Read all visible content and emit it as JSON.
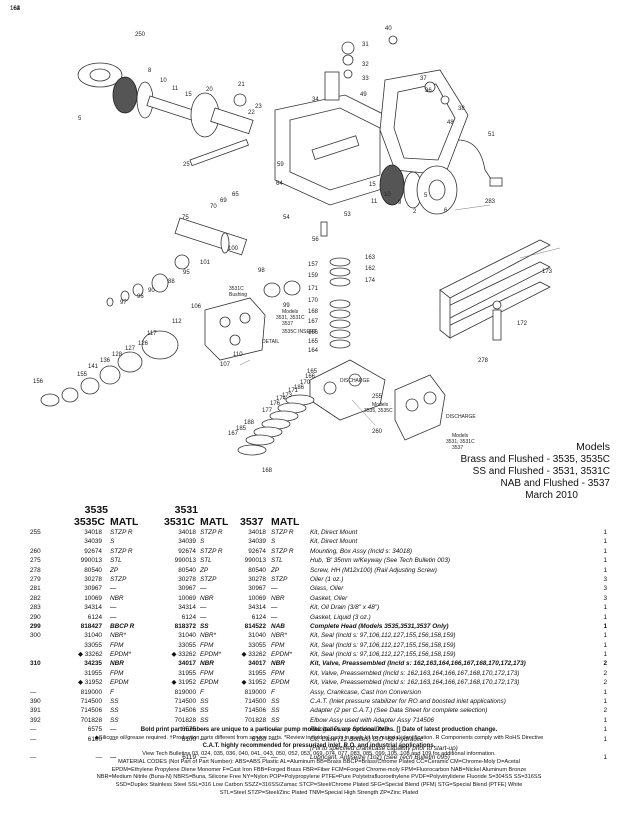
{
  "callouts": [
    "250",
    "8",
    "10",
    "11",
    "15",
    "20",
    "21",
    "22",
    "23",
    "5",
    "25",
    "31",
    "32",
    "33",
    "34",
    "40",
    "37",
    "36",
    "38",
    "48",
    "49",
    "51",
    "283",
    "2",
    "9",
    "6",
    "5",
    "10",
    "15",
    "11",
    "53",
    "54",
    "56",
    "59",
    "64",
    "65",
    "69",
    "70",
    "75",
    "100",
    "101",
    "95",
    "88",
    "90",
    "96",
    "97",
    "98",
    "99",
    "106",
    "107",
    "110",
    "112",
    "117",
    "126",
    "127",
    "128",
    "136",
    "141",
    "155",
    "156",
    "157",
    "159",
    "171",
    "170",
    "168",
    "167",
    "166",
    "165",
    "164",
    "163",
    "162",
    "174",
    "173",
    "172",
    "278",
    "255",
    "260",
    "185",
    "188",
    "177",
    "176",
    "167",
    "168",
    "171",
    "173",
    "174",
    "186",
    "170",
    "166",
    "165",
    "164",
    "163",
    "162"
  ],
  "diagram_labels": {
    "bushing": [
      "3531C",
      "Bushing"
    ],
    "models_a": [
      "Models",
      "3531, 3531C",
      "3537"
    ],
    "for_35C": "3535C INSERT",
    "detail_1": "DETAIL",
    "discharge_1": "DISCHARGE",
    "models_b": [
      "Models",
      "3535, 3535C"
    ],
    "discharge_2": "DISCHARGE",
    "models_c": [
      "Models",
      "3531, 3531C",
      "3537"
    ]
  },
  "models_block": {
    "title": "Models",
    "lines": [
      "Brass and Flushed - 3535, 3535C",
      "SS and Flushed - 3531, 3531C",
      "NAB and Flushed - 3537"
    ],
    "date": "March 2010"
  },
  "header": {
    "top": [
      "3535",
      "3531"
    ],
    "cols": [
      "3535C",
      "MATL",
      "3531C",
      "MATL",
      "3537",
      "MATL"
    ]
  },
  "rows": [
    {
      "ref": "255",
      "a": "34018",
      "am": "STZP R",
      "b": "34018",
      "bm": "STZP R",
      "c": "34018",
      "cm": "STZP R",
      "desc": "Kit, Direct Mount",
      "qty": "1"
    },
    {
      "ref": "",
      "a": "34039",
      "am": "S",
      "b": "34039",
      "bm": "S",
      "c": "34039",
      "cm": "S",
      "desc": "Kit, Direct Mount",
      "qty": "1"
    },
    {
      "ref": "260",
      "a": "92674",
      "am": "STZP R",
      "b": "92674",
      "bm": "STZP R",
      "c": "92674",
      "cm": "STZP R",
      "desc": "Mounting, Box Assy (Incld s: 34018)",
      "qty": "1"
    },
    {
      "ref": "275",
      "a": "990013",
      "am": "STL",
      "b": "990013",
      "bm": "STL",
      "c": "990013",
      "cm": "STL",
      "desc": "Hub, 'B' 35mm w/Keyway (See Tech Bulletin 003)",
      "qty": "1"
    },
    {
      "ref": "278",
      "a": "80540",
      "am": "ZP",
      "b": "80540",
      "bm": "ZP",
      "c": "80540",
      "cm": "ZP",
      "desc": "Screw, HH (M12x100) (Rail Adjusting Screw)",
      "qty": "1"
    },
    {
      "ref": "279",
      "a": "30278",
      "am": "STZP",
      "b": "30278",
      "bm": "STZP",
      "c": "30278",
      "cm": "STZP",
      "desc": "Oiler (1 oz.)",
      "qty": "3"
    },
    {
      "ref": "281",
      "a": "30967",
      "am": "—",
      "b": "30967",
      "bm": "—",
      "c": "30967",
      "cm": "—",
      "desc": "Glass, Oiler",
      "qty": "3"
    },
    {
      "ref": "282",
      "a": "10069",
      "am": "NBR",
      "b": "10069",
      "bm": "NBR",
      "c": "10069",
      "cm": "NBR",
      "desc": "Gasket, Oiler",
      "qty": "3"
    },
    {
      "ref": "283",
      "a": "34314",
      "am": "—",
      "b": "34314",
      "bm": "—",
      "c": "34314",
      "cm": "—",
      "desc": "Kit, Oil Drain (3/8\" x 48\")",
      "qty": "1"
    },
    {
      "ref": "290",
      "a": "6124",
      "am": "—",
      "b": "6124",
      "bm": "—",
      "c": "6124",
      "cm": "—",
      "desc": "Gasket, Liquid (3 oz.)",
      "qty": "1"
    },
    {
      "ref": "299",
      "a": "818427",
      "am": "BBCP R",
      "b": "818372",
      "bm": "SS",
      "c": "814522",
      "cm": "NAB",
      "desc": "Complete Head (Models 3535,3531,3537 Only)",
      "qty": "1",
      "bold": true
    },
    {
      "ref": "300",
      "a": "31040",
      "am": "NBR*",
      "b": "31040",
      "bm": "NBR*",
      "c": "31040",
      "cm": "NBR*",
      "desc": "Kit, Seal (Incld s: 97,106,112,127,155,156,158,159)",
      "qty": "1"
    },
    {
      "ref": "",
      "a": "33055",
      "am": "FPM",
      "b": "33055",
      "bm": "FPM",
      "c": "33055",
      "cm": "FPM",
      "desc": "Kit, Seal (Incld s: 97,106,112,127,155,156,158,159)",
      "qty": "1"
    },
    {
      "ref": "",
      "a": "◆ 33262",
      "am": "EPDM*",
      "b": "◆ 33262",
      "bm": "EPDM*",
      "c": "◆ 33262",
      "cm": "EPDM*",
      "desc": "Kit, Seal (Incld s: 97,106,112,127,155,156,158,159)",
      "qty": "1"
    },
    {
      "ref": "310",
      "a": "34235",
      "am": "NBR",
      "b": "34017",
      "bm": "NBR",
      "c": "34017",
      "cm": "NBR",
      "desc": "Kit, Valve, Preassembled (Incld s: 162,163,164,166,167,168,170,172,173)",
      "qty": "2",
      "bold": true
    },
    {
      "ref": "",
      "a": "31955",
      "am": "FPM",
      "b": "31955",
      "bm": "FPM",
      "c": "31955",
      "cm": "FPM",
      "desc": "Kit, Valve, Preassembled (Incld s: 162,163,164,166,167,168,170,172,173)",
      "qty": "2"
    },
    {
      "ref": "",
      "a": "◆ 31952",
      "am": "EPDM",
      "b": "◆ 31952",
      "bm": "EPDM",
      "c": "◆ 31952",
      "cm": "EPDM",
      "desc": "Kit, Valve, Preassembled (Incld s: 162,163,164,166,167,168,170,172,173)",
      "qty": "2"
    },
    {
      "ref": "—",
      "a": "819000",
      "am": "F",
      "b": "819000",
      "bm": "F",
      "c": "819000",
      "cm": "F",
      "desc": "Assy, Crankcase, Cast Iron Conversion",
      "qty": "1"
    },
    {
      "ref": "390",
      "a": "714500",
      "am": "SS",
      "b": "714500",
      "bm": "SS",
      "c": "714500",
      "cm": "SS",
      "desc": "C.A.T. (Inlet pressure stabilizer for RO and boosted inlet applications)",
      "qty": "1"
    },
    {
      "ref": "391",
      "a": "714506",
      "am": "SS",
      "b": "714506",
      "bm": "SS",
      "c": "714506",
      "cm": "SS",
      "desc": "Adapter (2 per C.A.T.) (See Data Sheet for complete selection)",
      "qty": "2"
    },
    {
      "ref": "392",
      "a": "701828",
      "am": "SS",
      "b": "701828",
      "bm": "SS",
      "c": "701828",
      "cm": "SS",
      "desc": "Elbow Assy used with Adapter Assy 714506",
      "qty": "1"
    },
    {
      "ref": "—",
      "a": "6575",
      "am": "—",
      "b": "6575",
      "bm": "—",
      "c": "—",
      "cm": "—",
      "desc": "Plunger Pump Service DVD",
      "qty": "1"
    },
    {
      "ref": "—",
      "a": "6100",
      "am": "—",
      "b": "6100",
      "bm": "—",
      "c": "6100",
      "cm": "—",
      "desc": "Oil, Case (12 Bottles) ISO -68 Hydraulic",
      "qty": "1"
    },
    {
      "ref": "",
      "a": "",
      "am": "",
      "b": "",
      "bm": "",
      "c": "",
      "cm": "",
      "desc": "(Fill to specified crankcase capacity prior to start-up)",
      "qty": ""
    },
    {
      "ref": "—",
      "a": "—",
      "am": "—",
      "b": "6119",
      "bm": "—",
      "c": "—",
      "cm": "—",
      "desc": "Lubricant, Antiseize (1oz) (See Tech Bulletin 095)",
      "qty": "1"
    }
  ],
  "notes": {
    "n1": "Bold print part numbers are unique to a particular pump model. Italics are optional items. [] Date of latest production change.",
    "n2": "◆Silicone oil/grease required.  †Production parts different from service parts.  *Review individual parts in each kit for material identification.  R Components comply with RoHS Directive",
    "n3": "C.A.T. highly recommended for pressurized inlet, R.O. and industrial applications.",
    "n4": "View Tech Bulletins 03, 024, 035, 036, 040, 041, 043, 050, 052, 053, 069, 074, 077, 083, 085, 099, 105, 108 and 109 for additional information.",
    "n5": "MATERIAL CODES (Not Part of Part Number): ABS=ABS Plastic  AL=Aluminum  BB=Brass  BBCP=Brass/Chrome Plated  CC=Ceramic  CM=Chrome-Moly  D=Acetal",
    "n6": "EPDM=Ethylene Propylene Diene Monomer  F=Cast Iron  FBB=Forged Brass  FBR=Fiber  FCM=Forged Chrome-moly  FPM=Fluorocarbon  NAB=Nickel Aluminum Bronze",
    "n7": "NBR=Medium Nitrile (Buna-N)  NBRS=Buna, Silicone Free  NY=Nylon  POP=Polypropylene  PTFE=Pure Polytetrafluoroethylene  PVDF=Polyvinylidene Fluoride  S=304SS  SS=316SS",
    "n8": "SSD=Duplex Stainless Steel  SSL=316 Low Carbon  SSZZ=316SS/Zamac  STCP=Steel/Chrome Plated  SFG=Special Blend (PFM)  STG=Special Blend (PTFE) White",
    "n9": "STL=Steel  STZP=Steel/Zinc Plated  TNM=Special High Strength  ZP=Zinc Plated"
  }
}
